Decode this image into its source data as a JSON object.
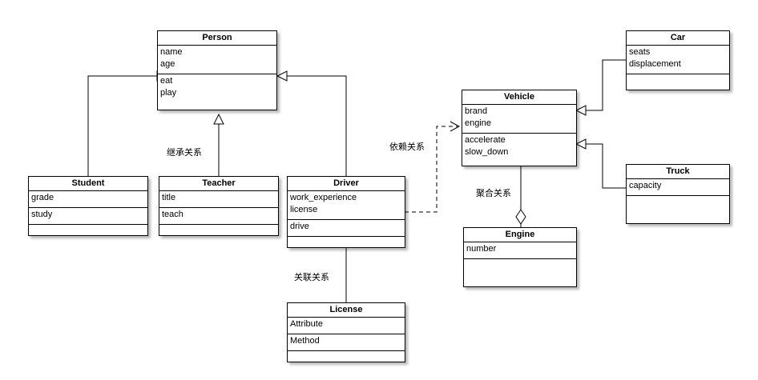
{
  "diagram": {
    "type": "uml-class-diagram",
    "classes": [
      {
        "id": "person",
        "name": "Person",
        "attributes": [
          "name",
          "age"
        ],
        "methods": [
          "eat",
          "play"
        ],
        "extra": []
      },
      {
        "id": "student",
        "name": "Student",
        "attributes": [
          "grade"
        ],
        "methods": [
          "study"
        ],
        "extra": []
      },
      {
        "id": "teacher",
        "name": "Teacher",
        "attributes": [
          "title"
        ],
        "methods": [
          "teach"
        ],
        "extra": []
      },
      {
        "id": "driver",
        "name": "Driver",
        "attributes": [
          "work_experience",
          "license"
        ],
        "methods": [
          "drive"
        ],
        "extra": []
      },
      {
        "id": "license",
        "name": "License",
        "attributes": [
          "Attribute"
        ],
        "methods": [
          "Method"
        ],
        "extra": []
      },
      {
        "id": "vehicle",
        "name": "Vehicle",
        "attributes": [
          "brand",
          "engine"
        ],
        "methods": [
          "accelerate",
          "slow_down"
        ],
        "extra": []
      },
      {
        "id": "car",
        "name": "Car",
        "attributes": [
          "seats",
          "displacement"
        ],
        "methods": [],
        "extra": []
      },
      {
        "id": "truck",
        "name": "Truck",
        "attributes": [
          "capacity"
        ],
        "methods": [],
        "extra": []
      },
      {
        "id": "engine",
        "name": "Engine",
        "attributes": [
          "number"
        ],
        "methods": [],
        "extra": []
      }
    ],
    "edge_labels": [
      {
        "id": "inheritance",
        "text": "继承关系"
      },
      {
        "id": "dependency",
        "text": "依赖关系"
      },
      {
        "id": "aggregation",
        "text": "聚合关系"
      },
      {
        "id": "association",
        "text": "关联关系"
      }
    ],
    "colors": {
      "line": "#000000",
      "box_fill": "#ffffff",
      "background": "#ffffff"
    }
  }
}
